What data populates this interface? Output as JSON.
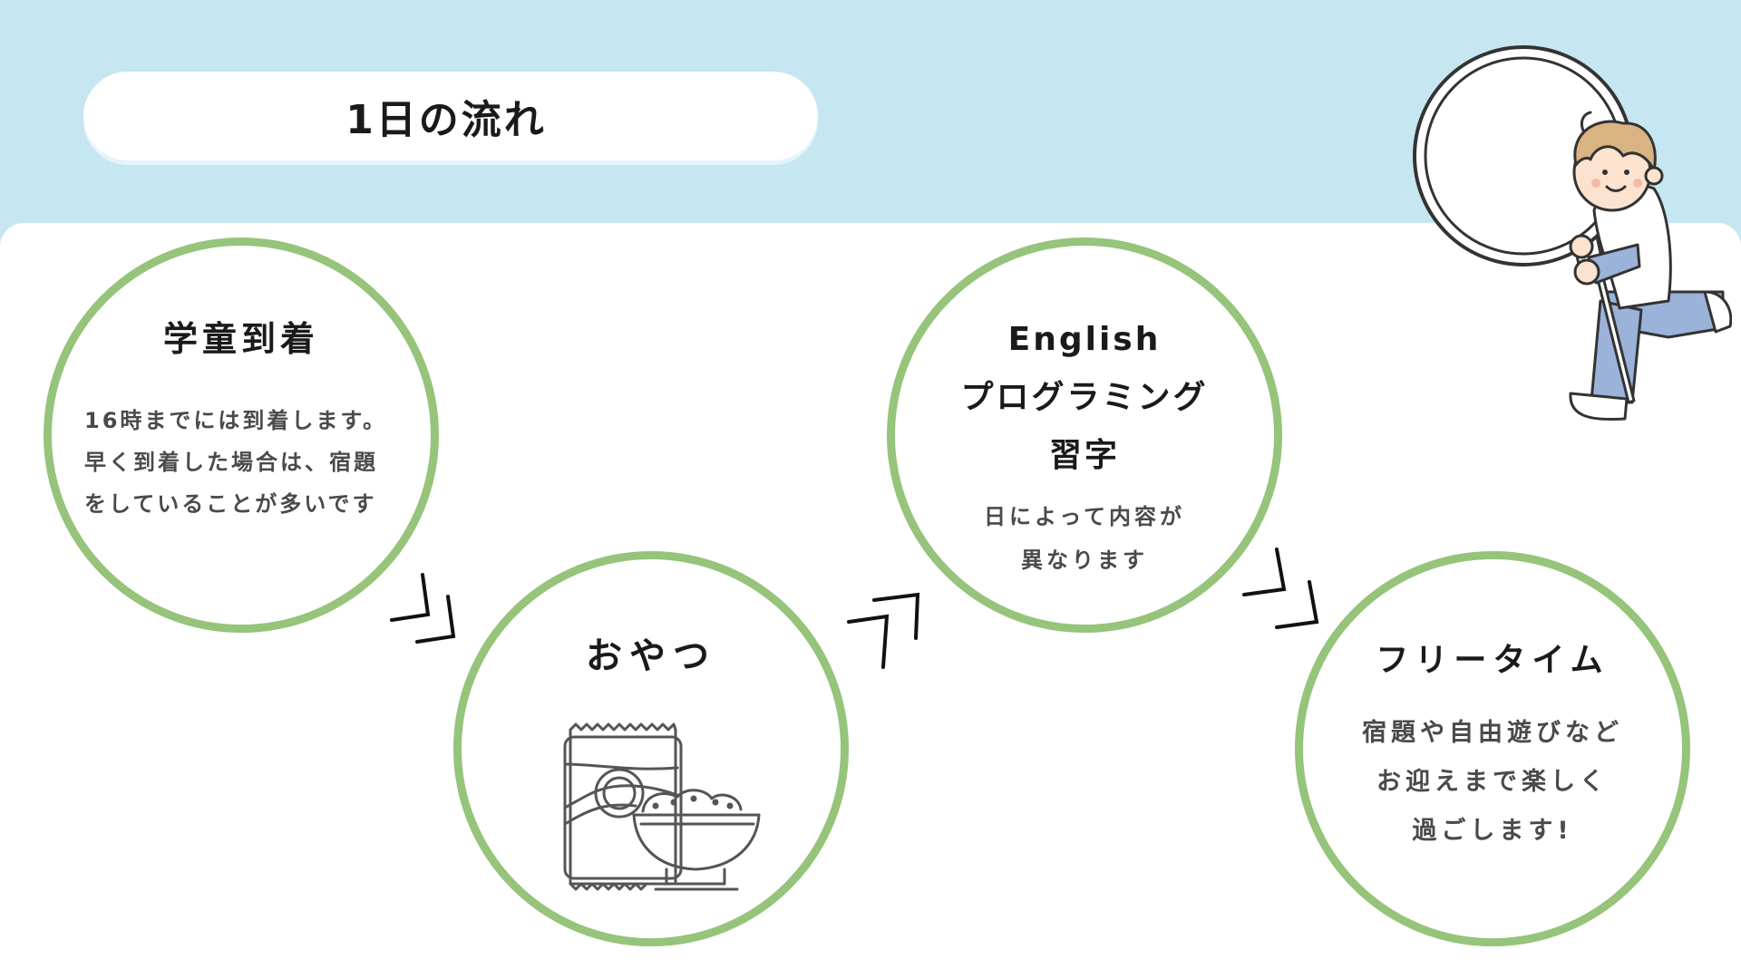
{
  "page": {
    "title": "1日の流れ"
  },
  "steps": [
    {
      "heading": "学童到着",
      "body_lines": [
        "16時までには到着します。",
        "早く到着した場合は、宿題",
        "をしていることが多いです"
      ]
    },
    {
      "heading": "おやつ",
      "icon": "snack-bag-and-bowl-icon"
    },
    {
      "heading_lines": [
        "English",
        "プログラミング",
        "習字"
      ],
      "body_lines": [
        "日によって内容が",
        "異なります"
      ]
    },
    {
      "heading": "フリータイム",
      "body_lines": [
        "宿題や自由遊びなど",
        "お迎えまで楽しく",
        "過ごします!"
      ]
    }
  ],
  "decorations": {
    "arrow_icon": "double-chevron-icon",
    "illustration": "boy-holding-magnifying-glass-illustration"
  },
  "colors": {
    "background": "#c6e6f1",
    "panel": "#ffffff",
    "circle_border": "#95c47a",
    "heading_text": "#1a1a1a",
    "body_text": "#4a4a4a"
  }
}
